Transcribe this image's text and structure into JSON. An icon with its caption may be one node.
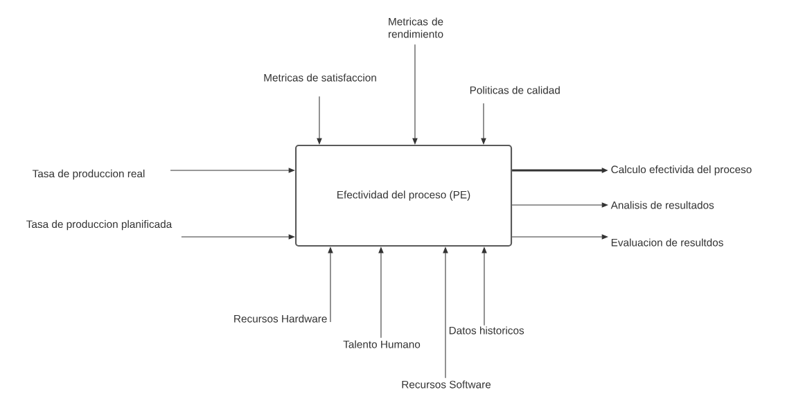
{
  "diagram": {
    "nodes": [
      {
        "text": [
          "Efectividad del proceso (PE)"
        ]
      },
      {
        "text": [
          "Tasa de produccion real"
        ]
      },
      {
        "text": [
          "Tasa de produccion planificada"
        ]
      },
      {
        "text": [
          "Metricas de satisfaccion"
        ]
      },
      {
        "text": [
          "Metricas de rendimiento"
        ]
      },
      {
        "text": [
          "Politicas de calidad"
        ]
      },
      {
        "text": [
          "Calculo efectivida del proceso"
        ]
      },
      {
        "text": [
          "Analisis de resultados"
        ]
      },
      {
        "text": [
          "Evaluacion de resultdos"
        ]
      },
      {
        "text": [
          "Recursos Hardware"
        ]
      },
      {
        "text": [
          "Talento Humano"
        ]
      },
      {
        "text": [
          "Recursos Software"
        ]
      },
      {
        "text": [
          "Datos historicos"
        ]
      }
    ],
    "edges": [
      {
        "from": 1,
        "to": 0,
        "arrow": "to"
      },
      {
        "from": 2,
        "to": 0,
        "arrow": "to"
      },
      {
        "from": 3,
        "to": 0,
        "arrow": "to"
      },
      {
        "from": 4,
        "to": 0,
        "arrow": "to"
      },
      {
        "from": 5,
        "to": 0,
        "arrow": "to"
      },
      {
        "from": 0,
        "to": 6,
        "arrow": "to",
        "style": "thick"
      },
      {
        "from": 0,
        "to": 7,
        "arrow": "to"
      },
      {
        "from": 0,
        "to": 8,
        "arrow": "to"
      },
      {
        "from": 9,
        "to": 0,
        "arrow": "to"
      },
      {
        "from": 10,
        "to": 0,
        "arrow": "to"
      },
      {
        "from": 11,
        "to": 0,
        "arrow": "to"
      },
      {
        "from": 12,
        "to": 0,
        "arrow": "to"
      }
    ]
  }
}
